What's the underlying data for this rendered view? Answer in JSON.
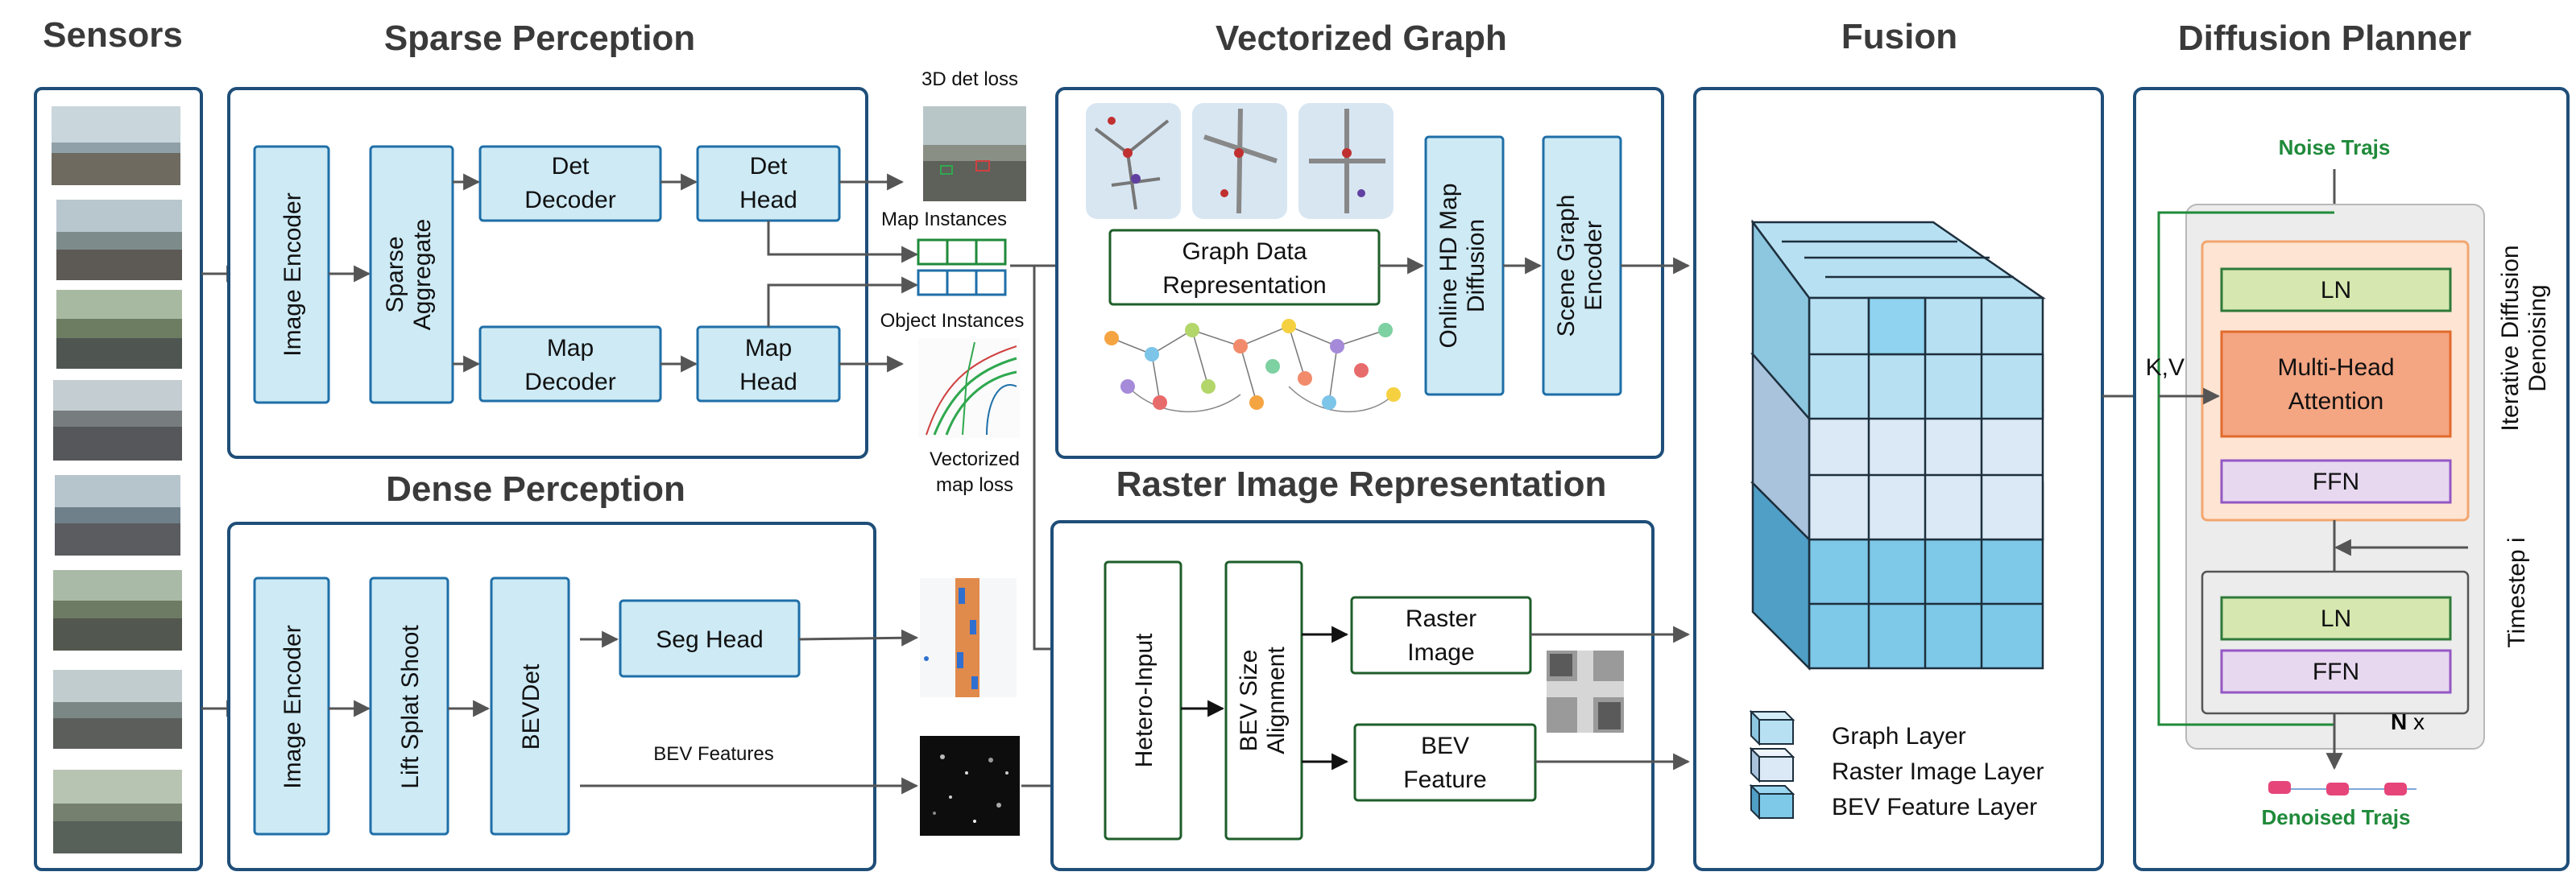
{
  "sections": {
    "sensors": "Sensors",
    "sparse": "Sparse Perception",
    "dense": "Dense Perception",
    "vectorized": "Vectorized Graph",
    "raster": "Raster Image Representation",
    "fusion": "Fusion",
    "planner": "Diffusion Planner"
  },
  "sparse": {
    "image_encoder": "Image Encoder",
    "sparse_aggregate_1": "Sparse",
    "sparse_aggregate_2": "Aggregate",
    "det_decoder_1": "Det",
    "det_decoder_2": "Decoder",
    "det_head_1": "Det",
    "det_head_2": "Head",
    "map_decoder_1": "Map",
    "map_decoder_2": "Decoder",
    "map_head_1": "Map",
    "map_head_2": "Head"
  },
  "outputs": {
    "det_loss": "3D det loss",
    "map_instances": "Map Instances",
    "object_instances": "Object Instances",
    "vec_map_loss_1": "Vectorized",
    "vec_map_loss_2": "map loss",
    "bev_features": "BEV Features"
  },
  "dense": {
    "image_encoder": "Image Encoder",
    "lift_splat": "Lift Splat Shoot",
    "bevdet": "BEVDet",
    "seg_head": "Seg Head"
  },
  "vector": {
    "graph_data_1": "Graph Data",
    "graph_data_2": "Representation",
    "online_hd_1": "Online HD Map",
    "online_hd_2": "Diffusion",
    "scene_graph_1": "Scene Graph",
    "scene_graph_2": "Encoder"
  },
  "raster": {
    "hetero_input": "Hetero-Input",
    "bev_size_1": "BEV Size",
    "bev_size_2": "Alignment",
    "raster_image_1": "Raster",
    "raster_image_2": "Image",
    "bev_feature_1": "BEV",
    "bev_feature_2": "Feature"
  },
  "fusion": {
    "legend": [
      "Graph Layer",
      "Raster Image Layer",
      "BEV Feature Layer"
    ]
  },
  "planner": {
    "noise_trajs": "Noise Trajs",
    "ln_top": "LN",
    "mha_1": "Multi-Head",
    "mha_2": "Attention",
    "ffn_top": "FFN",
    "ln_bottom": "LN",
    "ffn_bottom": "FFN",
    "kv": "K,V",
    "nx_n": "N",
    "nx_x": " x",
    "iterative_1": "Iterative Diffusion",
    "iterative_2": "Denoising",
    "timestep": "Timestep i",
    "denoised_trajs": "Denoised Trajs"
  },
  "colors": {
    "panel_border": "#1f4e79",
    "box_fill": "#cdeaf5",
    "box_border": "#1f6fa8",
    "green_border": "#1e5e2a",
    "green_text": "#1f8a3a",
    "ln_fill": "#d6e8b0",
    "ffn_fill": "#e7d8f0",
    "mha_fill": "#f4a582",
    "outer_orange": "#fde4d3"
  }
}
